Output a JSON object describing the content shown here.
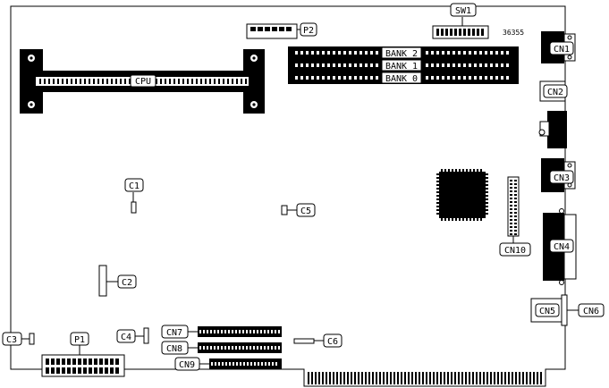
{
  "labels": {
    "sw1": "SW1",
    "id": "36355",
    "p2": "P2",
    "cpu": "CPU",
    "bank2": "BANK 2",
    "bank1": "BANK 1",
    "bank0": "BANK 0",
    "cn1": "CN1",
    "cn2": "CN2",
    "cn3": "CN3",
    "cn4": "CN4",
    "cn5": "CN5",
    "cn6": "CN6",
    "cn7": "CN7",
    "cn8": "CN8",
    "cn9": "CN9",
    "cn10": "CN10",
    "c1": "C1",
    "c2": "C2",
    "c3": "C3",
    "c4": "C4",
    "c5": "C5",
    "c6": "C6",
    "p1": "P1"
  }
}
